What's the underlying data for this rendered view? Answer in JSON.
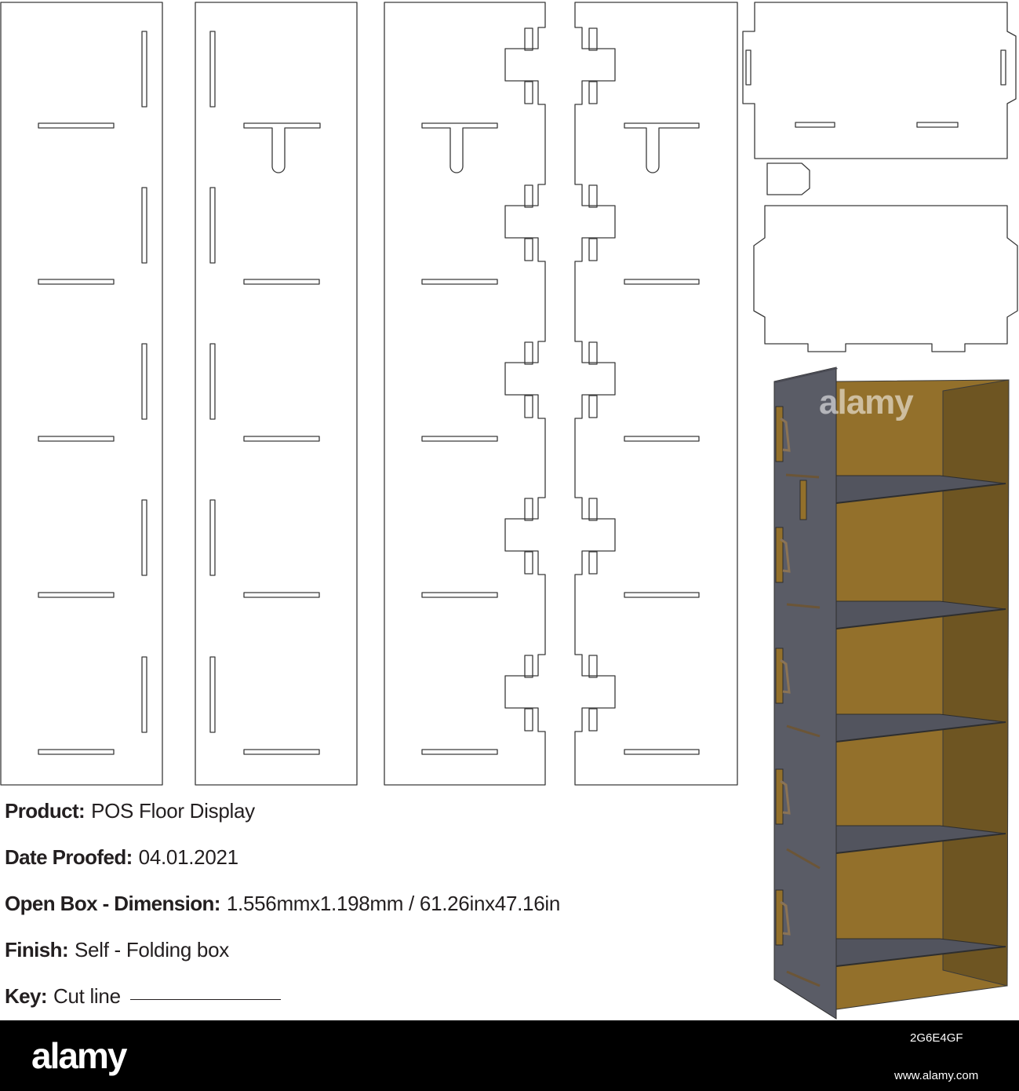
{
  "colors": {
    "cut_line": "#3a3a3a",
    "board_gray": "#5a5c66",
    "kraft": "#93702b",
    "kraft_dark": "#6b5221",
    "shelf": "#52545e"
  },
  "specs": [
    {
      "label": "Product:",
      "value": "POS Floor Display"
    },
    {
      "label": "Date Proofed:",
      "value": "04.01.2021"
    },
    {
      "label": "Open Box - Dimension:",
      "value": "1.556mmx1.198mm / 61.26inx47.16in"
    },
    {
      "label": "Finish:",
      "value": "Self - Folding box"
    },
    {
      "label": "Key:",
      "value": "Cut line"
    }
  ],
  "watermark": "alamy",
  "footer": {
    "logo": "alamy",
    "image_id": "2G6E4GF",
    "url": "www.alamy.com"
  }
}
